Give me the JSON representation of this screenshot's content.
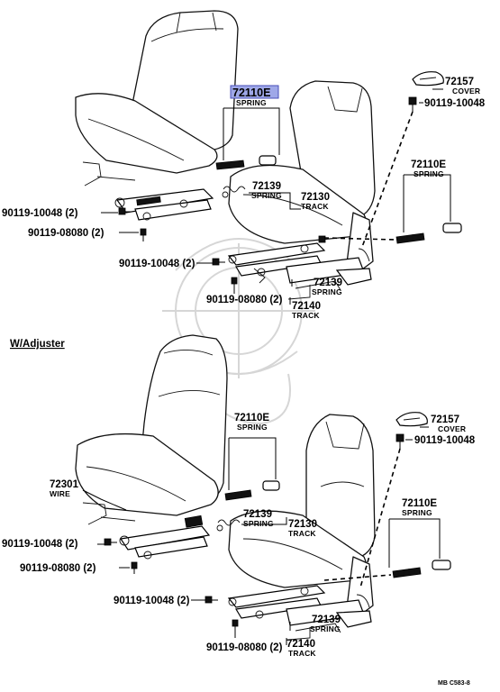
{
  "section_heading": "W/Adjuster",
  "footer_code": "MB  C583-8",
  "callouts": {
    "top_spring_selected": {
      "part": "72110E",
      "name": "SPRING",
      "selected": true,
      "highlight_color": "#9fa8e8"
    },
    "top_cover": {
      "part": "72157",
      "name": "COVER"
    },
    "top_bolt_cover": {
      "part": "90119-10048"
    },
    "top_spring_right": {
      "part": "72110E",
      "name": "SPRING"
    },
    "top_spring_72139": {
      "part": "72139",
      "name": "SPRING"
    },
    "top_track_72130": {
      "part": "72130",
      "name": "TRACK"
    },
    "top_bolt_left_a": {
      "part": "90119-10048 (2)"
    },
    "top_bolt_left_b": {
      "part": "90119-08080 (2)"
    },
    "top_bolt_mid_a": {
      "part": "90119-10048 (2)"
    },
    "top_bolt_mid_b": {
      "part": "90119-08080 (2)"
    },
    "top_spring_lower": {
      "part": "72139",
      "name": "SPRING"
    },
    "top_track_72140": {
      "part": "72140",
      "name": "TRACK"
    },
    "bot_spring_center": {
      "part": "72110E",
      "name": "SPRING"
    },
    "bot_cover": {
      "part": "72157",
      "name": "COVER"
    },
    "bot_bolt_cover": {
      "part": "90119-10048"
    },
    "bot_wire": {
      "part": "72301",
      "name": "WIRE"
    },
    "bot_spring_72139": {
      "part": "72139",
      "name": "SPRING"
    },
    "bot_track_72130": {
      "part": "72130",
      "name": "TRACK"
    },
    "bot_spring_right": {
      "part": "72110E",
      "name": "SPRING"
    },
    "bot_bolt_left_a": {
      "part": "90119-10048 (2)"
    },
    "bot_bolt_left_b": {
      "part": "90119-08080 (2)"
    },
    "bot_bolt_mid_a": {
      "part": "90119-10048 (2)"
    },
    "bot_bolt_mid_b": {
      "part": "90119-08080 (2)"
    },
    "bot_spring_lower": {
      "part": "72139",
      "name": "SPRING"
    },
    "bot_track_72140": {
      "part": "72140",
      "name": "TRACK"
    }
  }
}
